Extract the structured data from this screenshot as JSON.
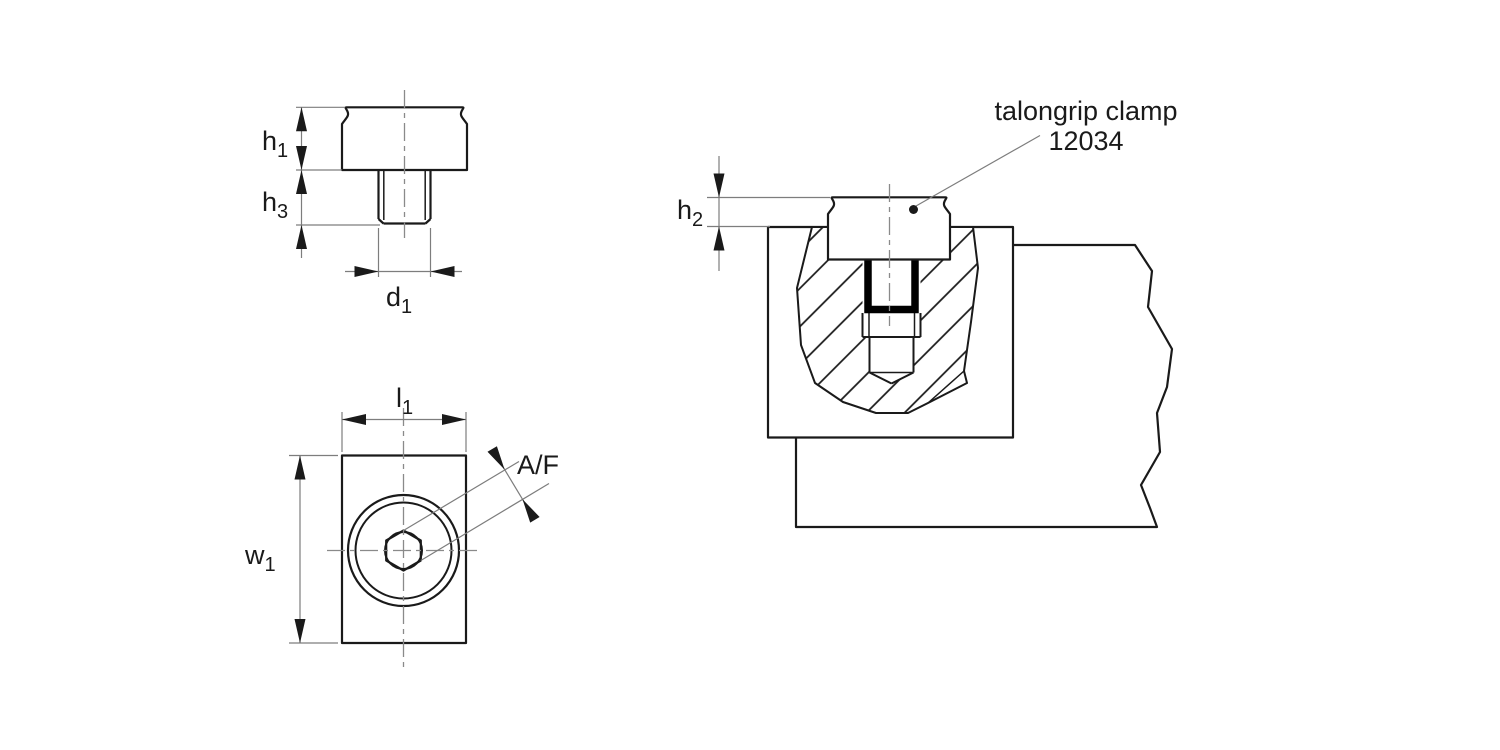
{
  "figure": {
    "kind": "technical-drawing",
    "part_name": "talongrip clamp",
    "part_number": "12034",
    "views": {
      "side_view": "clamp elevation with threaded stud",
      "top_view": "clamp plan with hex socket",
      "section_view": "clamp mounted in sectioned jaw block with workpiece"
    }
  },
  "callout": {
    "line1": "talongrip clamp",
    "line2": "12034"
  },
  "dims": {
    "h1": {
      "base": "h",
      "sub": "1"
    },
    "h3": {
      "base": "h",
      "sub": "3"
    },
    "d1": {
      "base": "d",
      "sub": "1"
    },
    "l1": {
      "base": "l",
      "sub": "1"
    },
    "w1": {
      "base": "w",
      "sub": "1"
    },
    "h2": {
      "base": "h",
      "sub": "2"
    },
    "af": {
      "label": "A/F"
    }
  },
  "colors": {
    "outline": "#1a1a1a",
    "thin_line": "#7d7d7d",
    "background": "#ffffff"
  }
}
